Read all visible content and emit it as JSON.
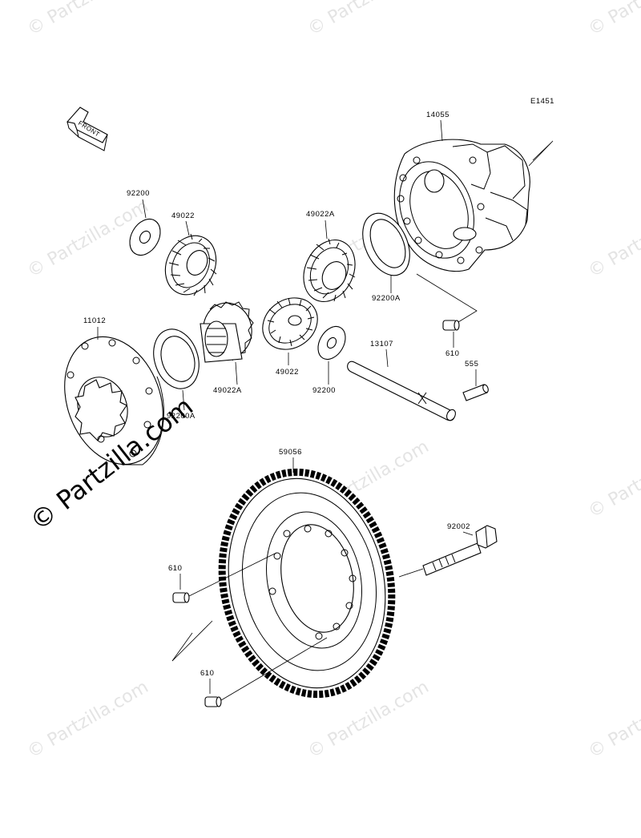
{
  "diagram_code": "E1451",
  "front_label": "FRONT",
  "watermark_text": "© Partzilla.com",
  "watermark_large": "© Partzilla.com",
  "parts": {
    "case": "14055",
    "washer_left": "92200",
    "gear_left": "49022",
    "gear_upper": "49022A",
    "washer_case": "92200A",
    "pin_case": "610",
    "flange": "11012",
    "washer_flange": "92200A",
    "gear_center": "49022A",
    "gear_lower": "49022",
    "washer_center": "92200",
    "shaft": "13107",
    "pin_shaft": "555",
    "ring_gear": "59056",
    "bolt": "92002",
    "pin_ring_upper": "610",
    "pin_ring_lower": "610"
  }
}
